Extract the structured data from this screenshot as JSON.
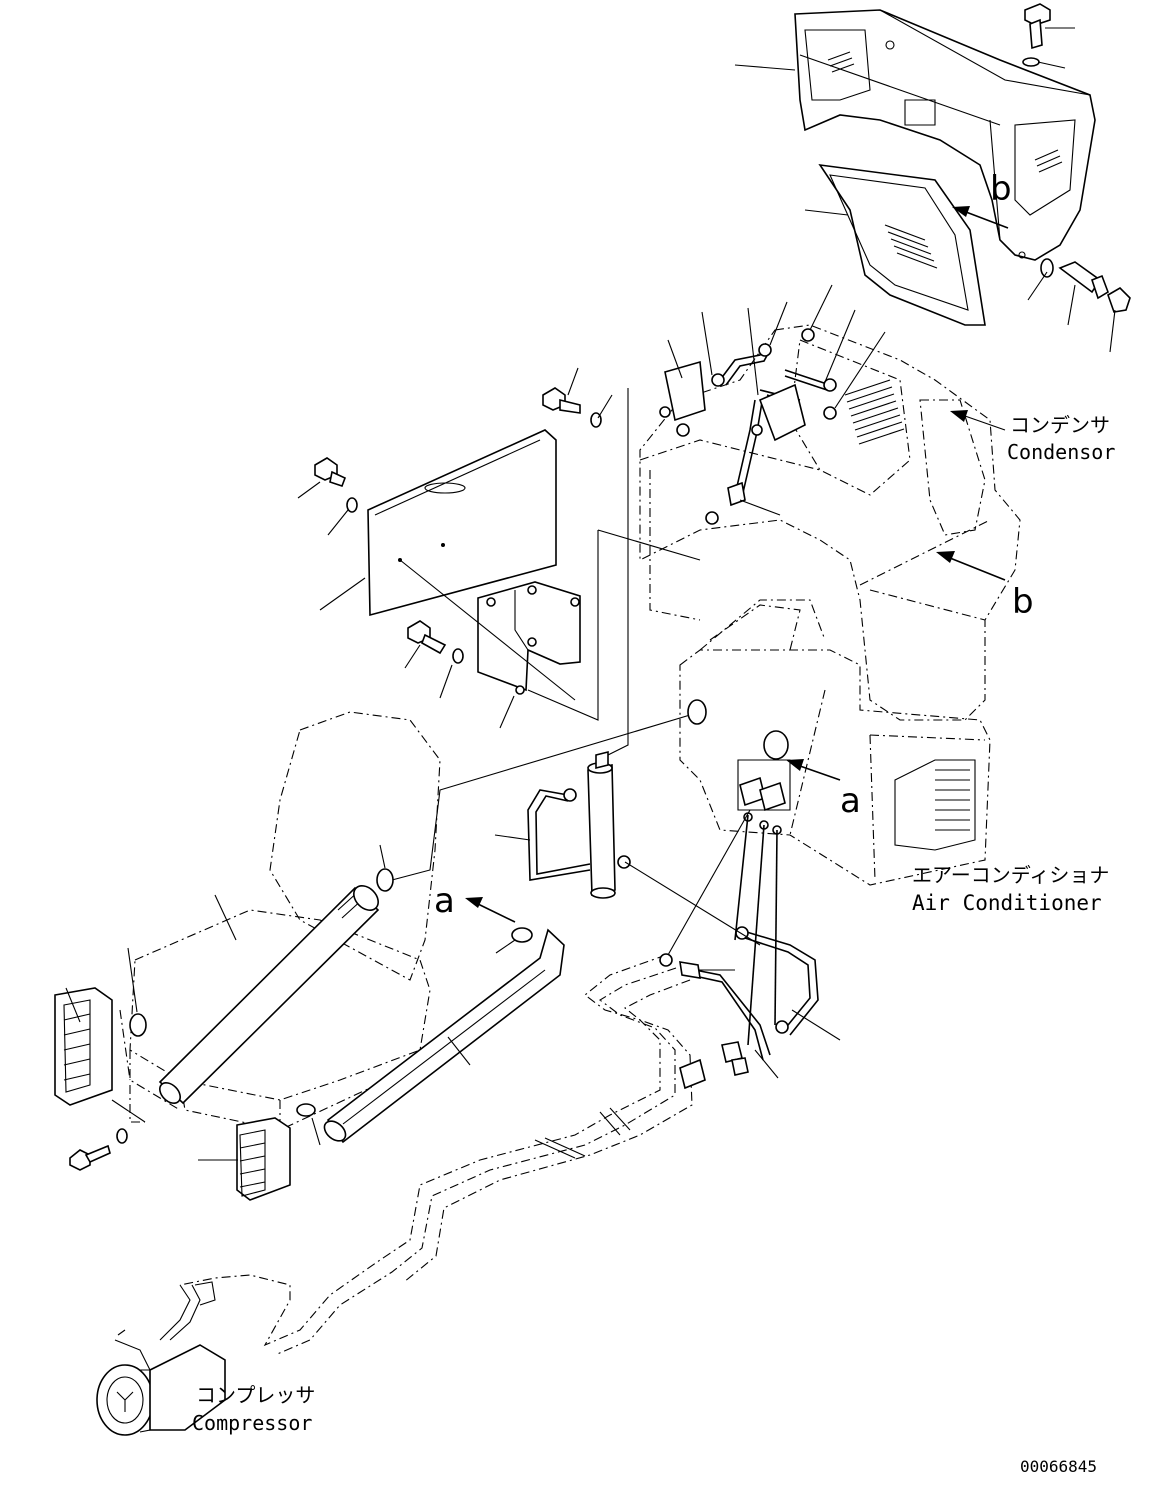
{
  "drawing": {
    "reference_number": "00066845"
  },
  "callouts": {
    "condenser_jp": "コンデンサ",
    "condenser_en": "Condensor",
    "air_conditioner_jp": "エアーコンディショナ",
    "air_conditioner_en": "Air Conditioner",
    "compressor_jp": "コンプレッサ",
    "compressor_en": "Compressor"
  },
  "view_markers": {
    "view_a": "a",
    "view_b": "b"
  }
}
